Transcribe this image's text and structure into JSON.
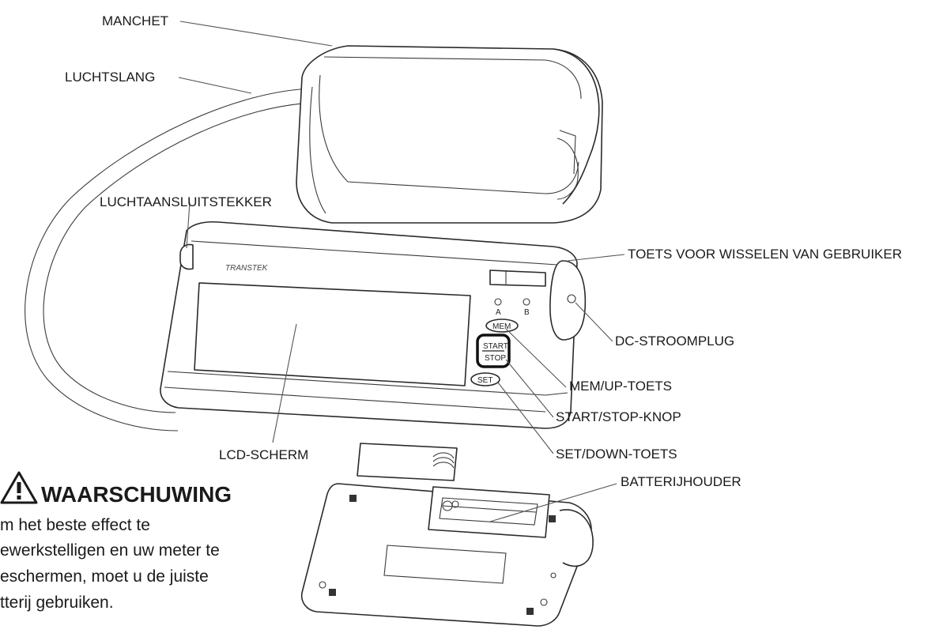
{
  "labels": {
    "manchet": "MANCHET",
    "luchtslang": "LUCHTSLANG",
    "luchtaansluitstekker": "LUCHTAANSLUITSTEKKER",
    "toets_wisselen": "TOETS VOOR WISSELEN VAN GEBRUIKER",
    "dc_stroomplug": "DC-STROOMPLUG",
    "mem_up": "MEM/UP-TOETS",
    "start_stop": "START/STOP-KNOP",
    "lcd": "LCD-SCHERM",
    "set_down": "SET/DOWN-TOETS",
    "batterijhouder": "BATTERIJHOUDER"
  },
  "device": {
    "brand": "TRANSTEK",
    "btn_mem": "MEM",
    "btn_start": "START",
    "btn_stop": "STOP",
    "btn_set": "SET",
    "user_a": "A",
    "user_b": "B"
  },
  "warning": {
    "title": "WAARSCHUWING",
    "lines": [
      "m het beste effect te",
      "ewerkstelligen en uw meter te",
      "eschermen, moet u de juiste",
      "tterij gebruiken."
    ]
  }
}
